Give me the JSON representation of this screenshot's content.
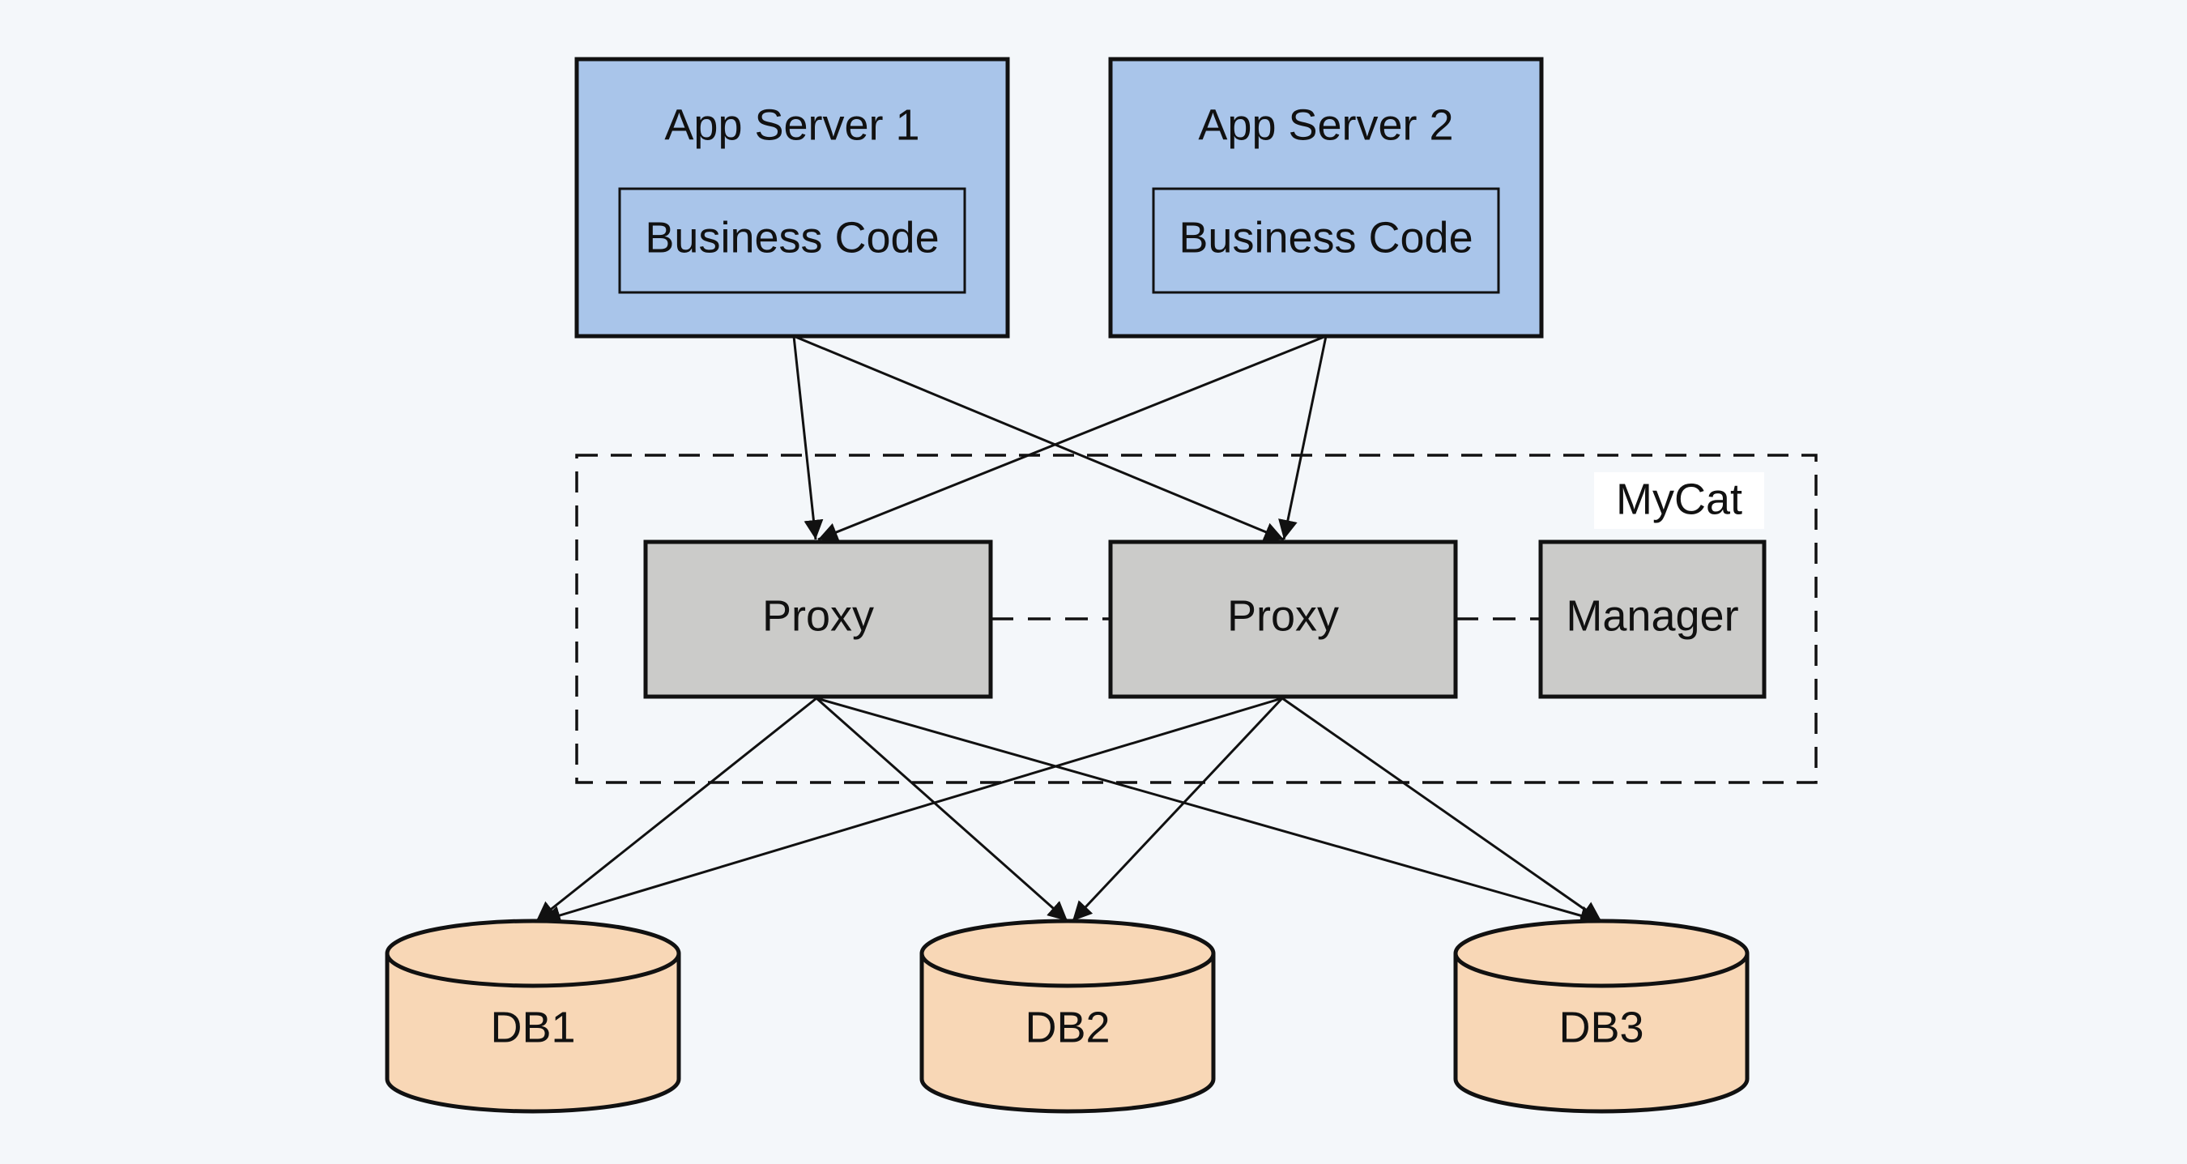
{
  "colors": {
    "background": "#f4f7fa",
    "app_server_fill": "#a9c5ea",
    "proxy_fill": "#cbcbc9",
    "db_fill": "#f8d7b6",
    "stroke": "#111111"
  },
  "app_servers": [
    {
      "title": "App Server 1",
      "inner_label": "Business Code"
    },
    {
      "title": "App Server 2",
      "inner_label": "Business Code"
    }
  ],
  "cluster": {
    "label": "MyCat",
    "nodes": [
      {
        "label": "Proxy"
      },
      {
        "label": "Proxy"
      },
      {
        "label": "Manager"
      }
    ]
  },
  "databases": [
    {
      "label": "DB1"
    },
    {
      "label": "DB2"
    },
    {
      "label": "DB3"
    }
  ],
  "connections": [
    {
      "from": "App Server 1",
      "to": "Proxy 1"
    },
    {
      "from": "App Server 1",
      "to": "Proxy 2"
    },
    {
      "from": "App Server 2",
      "to": "Proxy 1"
    },
    {
      "from": "App Server 2",
      "to": "Proxy 2"
    },
    {
      "from": "Proxy 1",
      "to": "DB1"
    },
    {
      "from": "Proxy 1",
      "to": "DB2"
    },
    {
      "from": "Proxy 1",
      "to": "DB3"
    },
    {
      "from": "Proxy 2",
      "to": "DB1"
    },
    {
      "from": "Proxy 2",
      "to": "DB2"
    },
    {
      "from": "Proxy 2",
      "to": "DB3"
    }
  ],
  "peer_links": [
    {
      "from": "Proxy 1",
      "to": "Proxy 2",
      "style": "dashed"
    },
    {
      "from": "Proxy 2",
      "to": "Manager",
      "style": "dashed"
    }
  ]
}
